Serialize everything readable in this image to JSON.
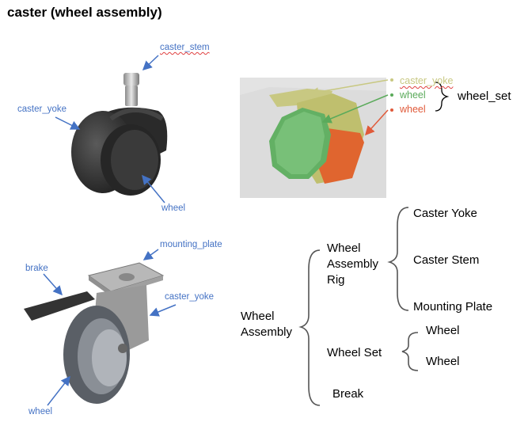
{
  "title": "caster (wheel assembly)",
  "photo1": {
    "labels": {
      "caster_stem": "caster_stem",
      "caster_yoke": "caster_yoke",
      "wheel": "wheel"
    }
  },
  "render3d": {
    "legend": [
      {
        "label": "caster_yoke",
        "color": "#c8c882"
      },
      {
        "label": "wheel",
        "color": "#5aaa5a"
      },
      {
        "label": "wheel",
        "color": "#e05a3a"
      }
    ],
    "group_label": "wheel_set"
  },
  "photo2": {
    "labels": {
      "mounting_plate": "mounting_plate",
      "brake": "brake",
      "caster_yoke": "caster_yoke",
      "wheel": "wheel"
    }
  },
  "hierarchy": {
    "root": "Wheel Assembly",
    "rig": "Wheel Assembly Rig",
    "rig_children": [
      "Caster Yoke",
      "Caster Stem",
      "Mounting Plate"
    ],
    "wheel_set": "Wheel Set",
    "wheel_set_children": [
      "Wheel",
      "Wheel"
    ],
    "break": "Break"
  }
}
